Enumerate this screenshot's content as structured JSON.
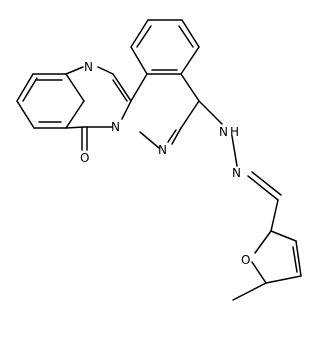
{
  "structure": {
    "atom_labels": {
      "n_ring_top": "N",
      "n_ring_bottom_left": "N",
      "n_ring_bottom_right": "N",
      "carbonyl_o": "O",
      "hydrazone_nh": "N",
      "hydrazone_nh_h": "H",
      "hydrazone_n": "N",
      "furan_o": "O"
    }
  },
  "colors": {
    "bond": "#000000",
    "label": "#000000",
    "background": "#ffffff"
  }
}
